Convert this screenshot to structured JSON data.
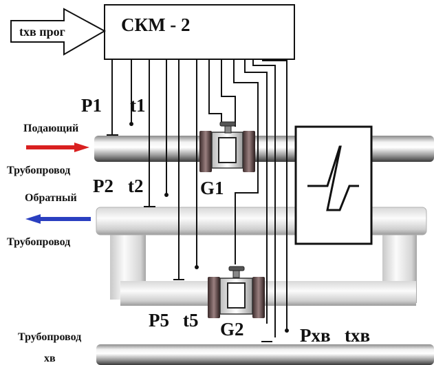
{
  "diagram": {
    "controller_label": "СКМ - 2",
    "input_arrow_label": "tхв прог",
    "supply_label": "Подающий",
    "supply_pipe_label": "Трубопровод",
    "return_label": "Обратный",
    "return_pipe_label": "Трубопровод",
    "cold_pipe_label": "Трубопровод",
    "cold_pipe_suffix": "хв",
    "p1": "P1",
    "t1": "t1",
    "p2": "P2",
    "t2": "t2",
    "g1": "G1",
    "p5": "P5",
    "t5": "t5",
    "g2": "G2",
    "pxb": "Pхв",
    "txb": "tхв"
  },
  "colors": {
    "supply_arrow": "#d92020",
    "return_arrow": "#2a3fc0",
    "pipe_dark": "#555555",
    "pipe_light": "#f0f0f0",
    "line": "#111111"
  },
  "icons": {
    "heat_exchanger": "heat-exchanger-icon",
    "flowmeter": "flowmeter-icon"
  }
}
